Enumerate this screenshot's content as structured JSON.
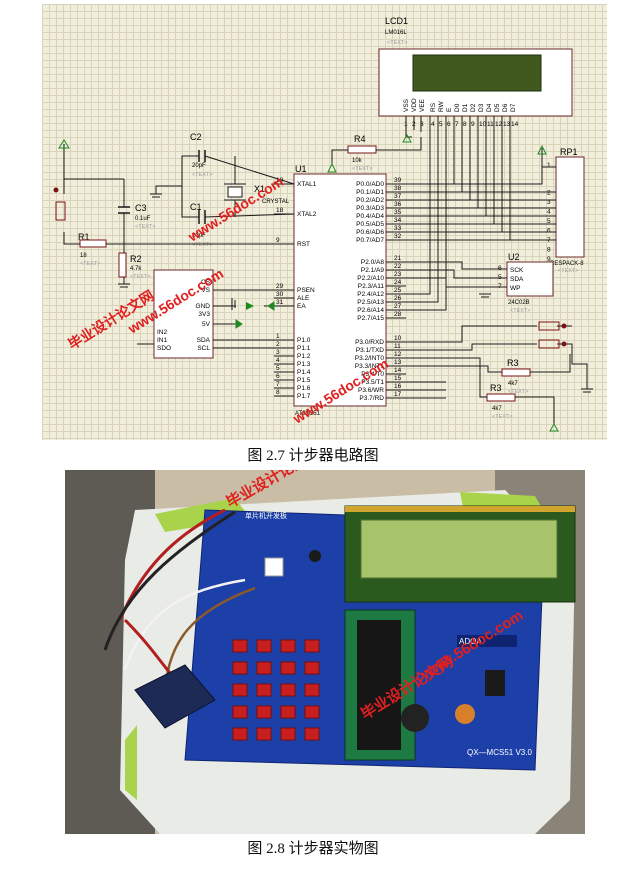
{
  "schematic": {
    "lcd": {
      "ref": "LCD1",
      "model": "LM016L",
      "text_tag": "<TEXT>",
      "pins": [
        "VSS",
        "VDD",
        "VEE",
        "RS",
        "RW",
        "E",
        "D0",
        "D1",
        "D2",
        "D3",
        "D4",
        "D5",
        "D6",
        "D7"
      ],
      "pin_numbers": [
        "1",
        "2",
        "3",
        "4",
        "5",
        "6",
        "7",
        "8",
        "9",
        "10",
        "11",
        "12",
        "13",
        "14"
      ]
    },
    "mcu": {
      "ref": "U1",
      "model": "AT89C51",
      "left_pins": [
        {
          "num": "19",
          "name": "XTAL1"
        },
        {
          "num": "18",
          "name": "XTAL2"
        },
        {
          "num": "9",
          "name": "RST"
        },
        {
          "num": "29",
          "name": "PSEN"
        },
        {
          "num": "30",
          "name": "ALE"
        },
        {
          "num": "31",
          "name": "EA"
        },
        {
          "num": "1",
          "name": "P1.0"
        },
        {
          "num": "2",
          "name": "P1.1"
        },
        {
          "num": "3",
          "name": "P1.2"
        },
        {
          "num": "4",
          "name": "P1.3"
        },
        {
          "num": "5",
          "name": "P1.4"
        },
        {
          "num": "6",
          "name": "P1.5"
        },
        {
          "num": "7",
          "name": "P1.6"
        },
        {
          "num": "8",
          "name": "P1.7"
        }
      ],
      "right_pins": [
        {
          "num": "39",
          "name": "P0.0/AD0"
        },
        {
          "num": "38",
          "name": "P0.1/AD1"
        },
        {
          "num": "37",
          "name": "P0.2/AD2"
        },
        {
          "num": "36",
          "name": "P0.3/AD3"
        },
        {
          "num": "35",
          "name": "P0.4/AD4"
        },
        {
          "num": "34",
          "name": "P0.5/AD5"
        },
        {
          "num": "33",
          "name": "P0.6/AD6"
        },
        {
          "num": "32",
          "name": "P0.7/AD7"
        },
        {
          "num": "21",
          "name": "P2.0/A8"
        },
        {
          "num": "22",
          "name": "P2.1/A9"
        },
        {
          "num": "23",
          "name": "P2.2/A10"
        },
        {
          "num": "24",
          "name": "P2.3/A11"
        },
        {
          "num": "25",
          "name": "P2.4/A12"
        },
        {
          "num": "26",
          "name": "P2.5/A13"
        },
        {
          "num": "27",
          "name": "P2.6/A14"
        },
        {
          "num": "28",
          "name": "P2.7/A15"
        },
        {
          "num": "10",
          "name": "P3.0/RXD"
        },
        {
          "num": "11",
          "name": "P3.1/TXD"
        },
        {
          "num": "12",
          "name": "P3.2/INT0"
        },
        {
          "num": "13",
          "name": "P3.3/INT1"
        },
        {
          "num": "14",
          "name": "P3.4/T0"
        },
        {
          "num": "15",
          "name": "P3.5/T1"
        },
        {
          "num": "16",
          "name": "P3.6/WR"
        },
        {
          "num": "17",
          "name": "P3.7/RD"
        }
      ]
    },
    "c2": {
      "ref": "C2",
      "value": "20pF"
    },
    "c1": {
      "ref": "C1",
      "value": "20pF"
    },
    "c3": {
      "ref": "C3",
      "value": "0.1uF"
    },
    "x1": {
      "ref": "X1",
      "value": "CRYSTAL"
    },
    "r1": {
      "ref": "R1",
      "value": "18"
    },
    "r2": {
      "ref": "R2",
      "value": "4.7k"
    },
    "r4": {
      "ref": "R4",
      "value": "10k"
    },
    "r3a": {
      "ref": "R3",
      "value": "4k7"
    },
    "r3b": {
      "ref": "R3",
      "value": "4k7"
    },
    "rp1": {
      "ref": "RP1",
      "model": "RESPACK-8",
      "pins": [
        "1",
        "2",
        "3",
        "4",
        "5",
        "6",
        "7",
        "8",
        "9"
      ]
    },
    "u2": {
      "ref": "U2",
      "model": "24C02B",
      "pins": [
        {
          "num": "6",
          "name": "SCK"
        },
        {
          "num": "5",
          "name": "SDA"
        },
        {
          "num": "7",
          "name": "WP"
        }
      ]
    },
    "sensor": {
      "pins": [
        "CS",
        "VS",
        "GND",
        "3V3",
        "5V",
        "IN2",
        "IN1",
        "SDO",
        "SDA",
        "SCL"
      ]
    },
    "text_tag": "<TEXT>"
  },
  "captions": {
    "figure1": "图 2.7 计步器电路图",
    "figure2": "图 2.8  计步器实物图"
  },
  "watermarks": {
    "site": "www.56doc.com",
    "brand": "毕业设计论文网"
  },
  "photo": {
    "board_title": "单片机开发板",
    "board_model": "QX—MCS51 V3.0",
    "board_brand": "ADOA"
  },
  "colors": {
    "schematic_bg": "#f2eedc",
    "wire": "#1a1a1a",
    "component_outline": "#7a1414",
    "power_arrow": "#1f8a1f",
    "watermark": "#e02020",
    "board_blue": "#1d3fa8",
    "case_green": "#a8d34a"
  }
}
